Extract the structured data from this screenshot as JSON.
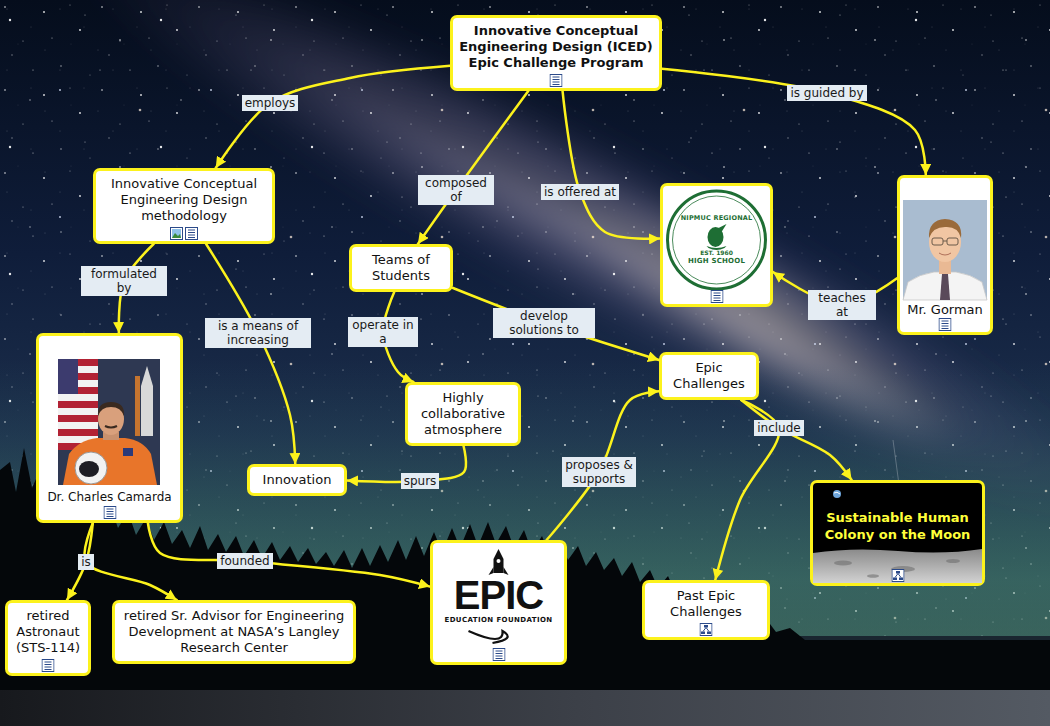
{
  "diagram": {
    "nodes": [
      {
        "text": [
          "Innovative Conceptual Engineering Design (ICED) Epic Challenge Program"
        ]
      },
      {
        "text": [
          "Innovative Conceptual Engineering Design methodology"
        ]
      },
      {
        "text": [
          "Teams of Students"
        ]
      },
      {
        "text": [
          "NIPMUC REGIONAL",
          "EST. 1960",
          "HIGH SCHOOL"
        ]
      },
      {
        "text": [
          "Mr. Gorman"
        ]
      },
      {
        "text": [
          "Epic Challenges"
        ]
      },
      {
        "text": [
          "Highly collaborative atmosphere"
        ]
      },
      {
        "text": [
          "Dr. Charles Camarda"
        ]
      },
      {
        "text": [
          "Innovation"
        ]
      },
      {
        "text": [
          "EPIC",
          "EDUCATION FOUNDATION"
        ]
      },
      {
        "text": [
          "Sustainable Human Colony on the Moon"
        ]
      },
      {
        "text": [
          "Past Epic Challenges"
        ]
      },
      {
        "text": [
          "retired Astronaut (STS-114)"
        ]
      },
      {
        "text": [
          "retired Sr. Advisor for Engineering Development at NASA’s Langley Research Center"
        ]
      }
    ],
    "edges": [
      {
        "from": 0,
        "to": 1,
        "label": "employs",
        "arrow": "to"
      },
      {
        "from": 0,
        "to": 2,
        "label": "composed of",
        "arrow": "to"
      },
      {
        "from": 0,
        "to": 3,
        "label": "is offered at",
        "arrow": "to"
      },
      {
        "from": 0,
        "to": 4,
        "label": "is guided by",
        "arrow": "to"
      },
      {
        "from": 4,
        "to": 3,
        "label": "teaches at",
        "arrow": "to"
      },
      {
        "from": 1,
        "to": 7,
        "label": "formulated by",
        "arrow": "to"
      },
      {
        "from": 1,
        "to": 8,
        "label": "is a means of increasing",
        "arrow": "to"
      },
      {
        "from": 2,
        "to": 6,
        "label": "operate in a",
        "arrow": "to"
      },
      {
        "from": 2,
        "to": 5,
        "label": "develop solutions to",
        "arrow": "to"
      },
      {
        "from": 6,
        "to": 8,
        "label": "spurs",
        "arrow": "to"
      },
      {
        "from": 9,
        "to": 5,
        "label": "proposes & supports",
        "arrow": "to"
      },
      {
        "from": 5,
        "to": 10,
        "label": "include",
        "arrow": "to"
      },
      {
        "from": 5,
        "to": 11,
        "arrow": "to"
      },
      {
        "from": 7,
        "to": 12,
        "label": "is",
        "arrow": "to"
      },
      {
        "from": 7,
        "to": 13,
        "arrow": "to"
      },
      {
        "from": 7,
        "to": 9,
        "label": "founded",
        "arrow": "to"
      }
    ]
  }
}
